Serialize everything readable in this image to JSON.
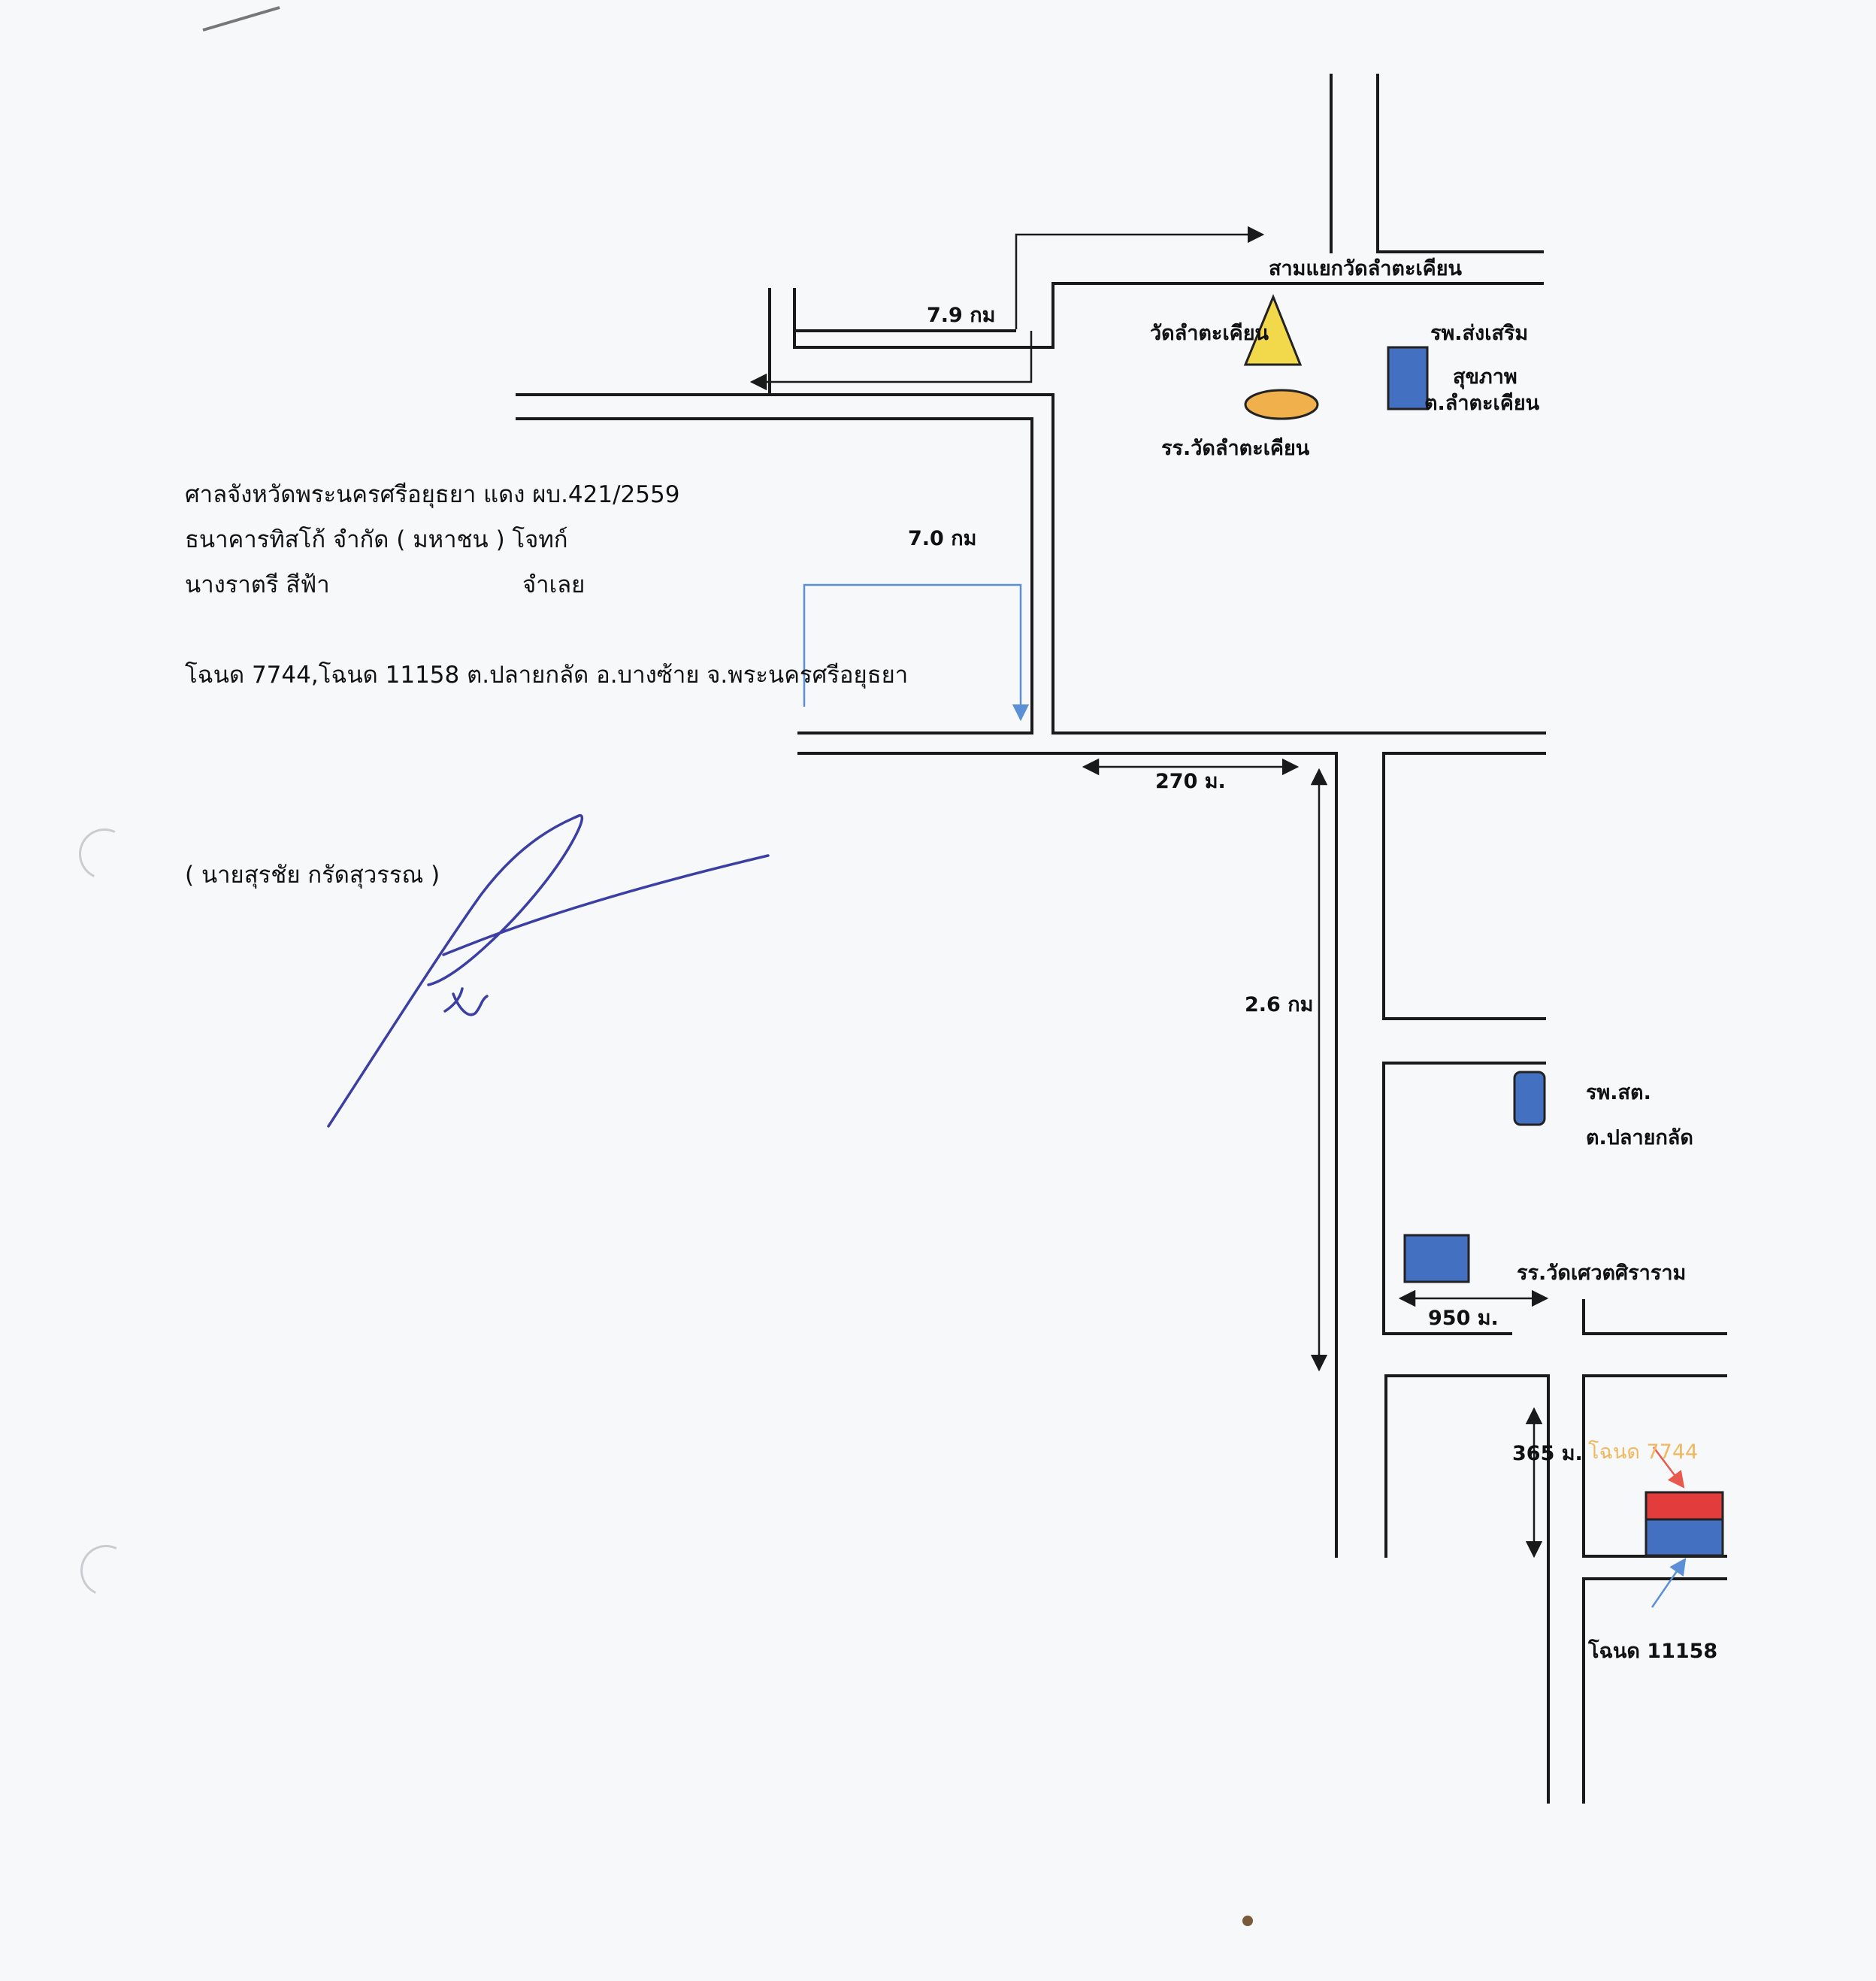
{
  "case": {
    "court_line": "ศาลจังหวัดพระนครศรีอยุธยา แดง ผบ.421/2559",
    "plaintiff_line": "ธนาคารทิสโก้ จำกัด ( มหาชน ) โจทก์",
    "defendant_name": "นางราตรี สีฟ้า",
    "defendant_role": "จำเลย",
    "deed_line": "โฉนด 7744,โฉนด 11158 ต.ปลายกลัด อ.บางซ้าย จ.พระนครศรีอยุธยา",
    "signer": "( นายสุรชัย กรัดสุวรรณ  )"
  },
  "map": {
    "junction": "สามแยกวัดลำตะเคียน",
    "temple": "วัดลำตะเคียน",
    "school_top": "รร.วัดลำตะเคียน",
    "clinic_top": {
      "line1": "รพ.ส่งเสริม",
      "line2": "สุขภาพ",
      "line3": "ต.ลำตะเคียน"
    },
    "clinic_bottom": {
      "line1": "รพ.สต.",
      "line2": "ต.ปลายกลัด"
    },
    "school_bottom": "รร.วัดเศวตศิราราม",
    "plot_7744": "โฉนด 7744",
    "plot_11158": "โฉนด 11158"
  },
  "distances": {
    "d1": "7.9 กม",
    "d2": "7.0 กม",
    "d3": "270 ม.",
    "d4": "2.6 กม",
    "d5": "950 ม.",
    "d6": "365 ม."
  },
  "colors": {
    "road": "#1a1a1a",
    "temple_triangle": "#f2d94c",
    "school_ellipse": "#f0b14c",
    "building_blue": "#4470c1",
    "plot_red": "#e23c3c",
    "plot_label_7744": "#f0b860",
    "arrow_blue": "#5b8fd6",
    "arrow_red": "#e85a4f",
    "signature_ink": "#3b3fa3"
  }
}
